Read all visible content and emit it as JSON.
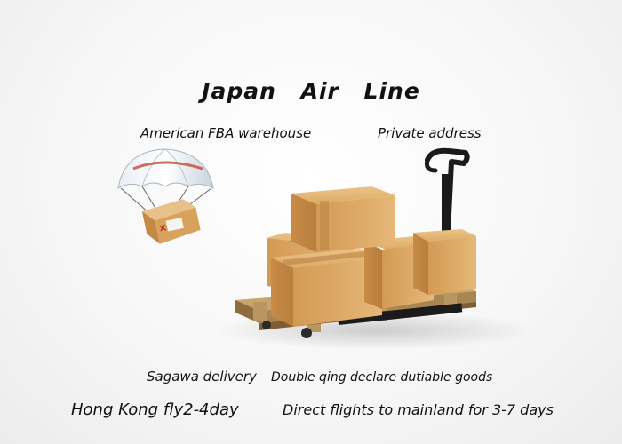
{
  "title": "Japan Air Line",
  "subtitle": {
    "left": "American FBA warehouse",
    "right": "Private address"
  },
  "bottom": {
    "line1_left": "Sagawa delivery",
    "line1_right": "Double qing declare dutiable goods",
    "line2_left": "Hong Kong fly2-4day",
    "line2_right": "Direct flights to mainland for 3-7 days"
  },
  "illustration": {
    "parachute": "parachute-with-box",
    "cargo": "boxes-on-pallet-jack",
    "box_color": "#d8a560",
    "jack_color": "#1b1b1b",
    "pallet_color": "#c9a46c"
  }
}
